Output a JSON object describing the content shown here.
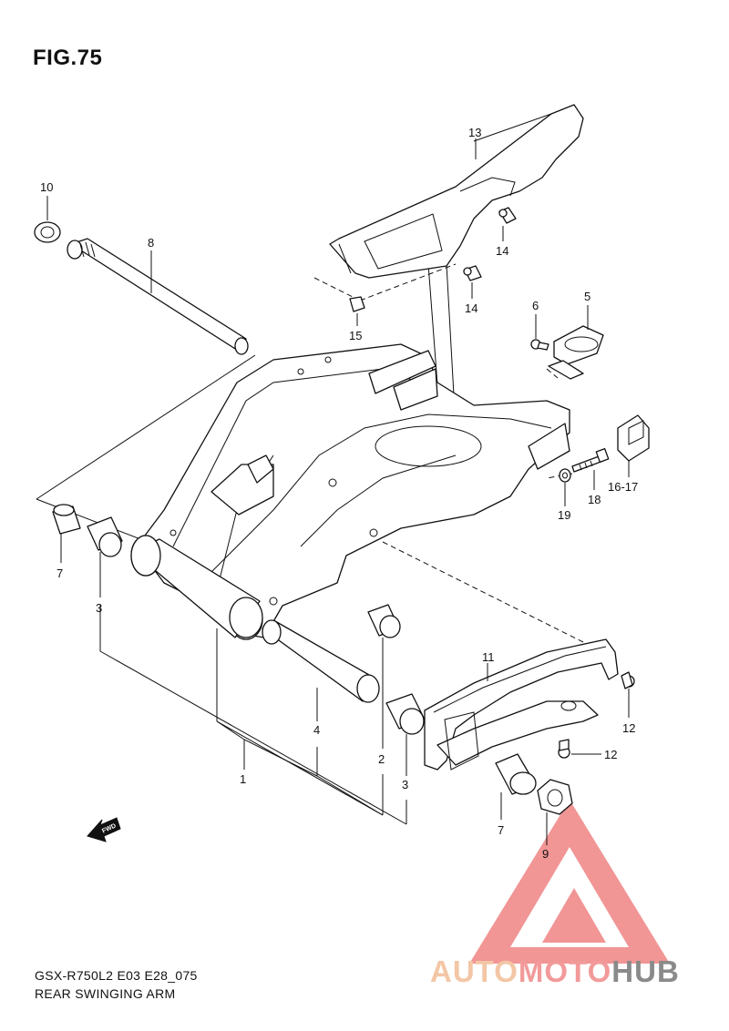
{
  "figure": {
    "title": "FIG.75"
  },
  "footer": {
    "code": "GSX-R750L2 E03 E28_075",
    "name": "REAR SWINGING ARM"
  },
  "watermark": {
    "part1": "AUTO",
    "part2": "MOTO",
    "part3": "HUB",
    "colors": {
      "auto": "#f3c6a6",
      "moto": "#f29a9a",
      "hub": "#8a8a8a",
      "logo": "#f08a8a"
    }
  },
  "fwd_arrow": {
    "label": "FWD"
  },
  "callouts": {
    "c1": "1",
    "c2": "2",
    "c3a": "3",
    "c3b": "3",
    "c4": "4",
    "c5": "5",
    "c6": "6",
    "c7a": "7",
    "c7b": "7",
    "c8": "8",
    "c9": "9",
    "c10": "10",
    "c11": "11",
    "c12a": "12",
    "c12b": "12",
    "c13": "13",
    "c14a": "14",
    "c14b": "14",
    "c15": "15",
    "c1617": "16-17",
    "c18": "18",
    "c19": "19"
  }
}
